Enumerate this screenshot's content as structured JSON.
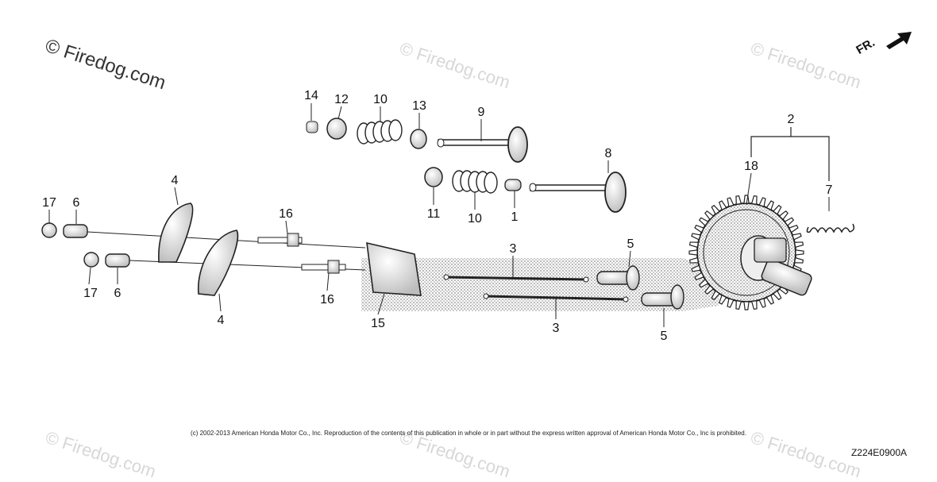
{
  "watermarks": {
    "main": "© Firedog.com",
    "faint": "© Firedog.com"
  },
  "direction_label": "FR.",
  "copyright": "(c) 2002-2013 American Honda Motor Co., Inc. Reproduction of the contents of this publication in whole or in part without the express written approval of American Honda Motor Co., Inc is prohibited.",
  "diagram_code": "Z224E0900A",
  "callouts": {
    "c14": "14",
    "c12": "12",
    "c10a": "10",
    "c13": "13",
    "c9": "9",
    "c8": "8",
    "c11": "11",
    "c10b": "10",
    "c1": "1",
    "c2": "2",
    "c18": "18",
    "c7": "7",
    "c17a": "17",
    "c6a": "6",
    "c4a": "4",
    "c16a": "16",
    "c17b": "17",
    "c6b": "6",
    "c4b": "4",
    "c16b": "16",
    "c15": "15",
    "c3a": "3",
    "c3b": "3",
    "c5a": "5",
    "c5b": "5"
  }
}
